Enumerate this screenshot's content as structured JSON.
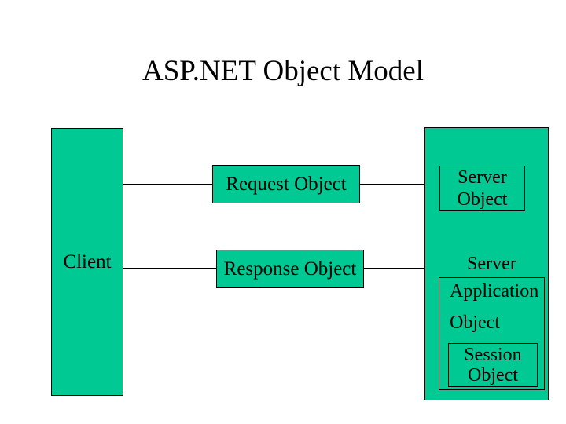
{
  "slide": {
    "title": "ASP.NET Object Model",
    "colors": {
      "background": "#ffffff",
      "box_fill": "#00c993",
      "outline": "#000000",
      "text": "#000000"
    },
    "client": {
      "label": "Client"
    },
    "request_box": {
      "label": "Request Object"
    },
    "response_box": {
      "label": "Response Object"
    },
    "server_object_box": {
      "line1": "Server",
      "line2": "Object"
    },
    "server_application_object": {
      "line1": "Server",
      "line2": "Application",
      "line3": "Object"
    },
    "session_object_box": {
      "line1": "Session",
      "line2": "Object"
    }
  }
}
